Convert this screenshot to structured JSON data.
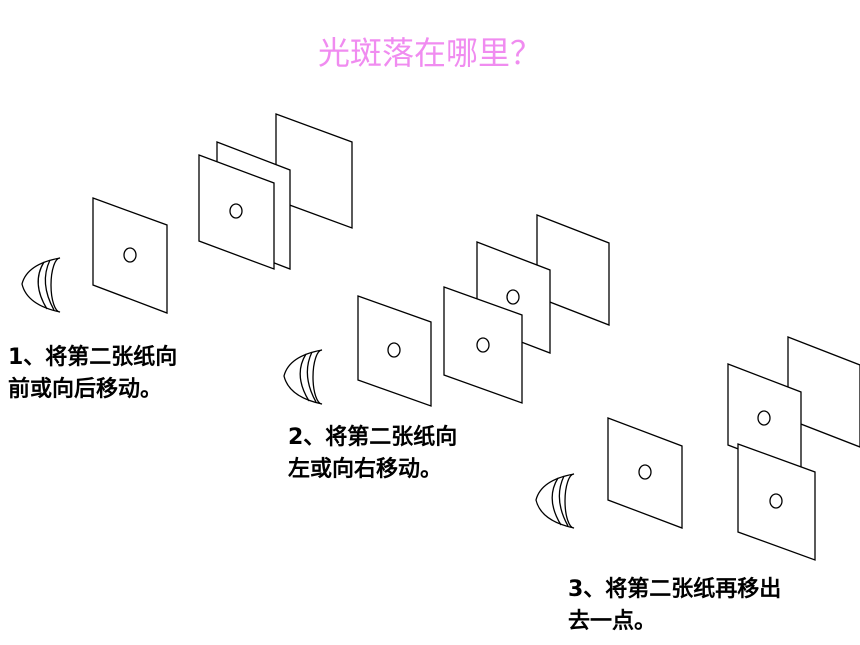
{
  "title": "光斑落在哪里？",
  "steps": [
    {
      "line1": "1、将第二张纸向",
      "line2": "前或向后移动。"
    },
    {
      "line1": "2、将第二张纸向",
      "line2": "左或向右移动。"
    },
    {
      "line1": "3、将第二张纸再移出",
      "line2": "去一点。"
    }
  ]
}
